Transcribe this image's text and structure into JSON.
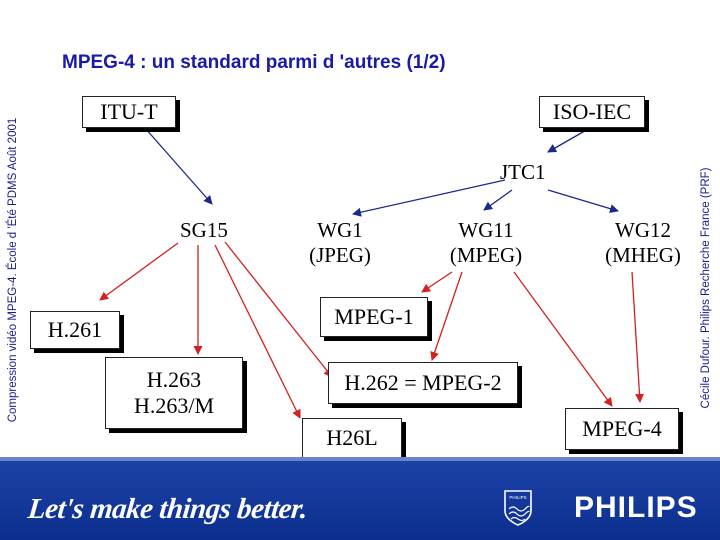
{
  "slide": {
    "title": "MPEG-4 : un standard parmi d 'autres (1/2)",
    "left_caption": "Compression vidéo MPEG-4. École d 'Été PDMS Août 2001",
    "right_caption": "Cécile Dufour. Philips Recherche France (PRF)"
  },
  "diagram": {
    "itu_t": "ITU-T",
    "iso_iec": "ISO-IEC",
    "jtc1": "JTC1",
    "sg15": "SG15",
    "wg1_line1": "WG1",
    "wg1_line2": "(JPEG)",
    "wg11_line1": "WG11",
    "wg11_line2": "(MPEG)",
    "wg12_line1": "WG12",
    "wg12_line2": "(MHEG)",
    "h261": "H.261",
    "mpeg1": "MPEG-1",
    "h263_line1": "H.263",
    "h263_line2": "H.263/M",
    "h262": "H.262 = MPEG-2",
    "h26l": "H26L",
    "mpeg4": "MPEG-4"
  },
  "footer": {
    "slogan": "Let's make things better.",
    "brand": "PHILIPS",
    "shield_text": "PHILIPS"
  },
  "colors": {
    "title": "#1a1aa8",
    "footer": "#0c2f8e",
    "arrow_dark": "#1a2a8a",
    "arrow_red": "#d42020"
  }
}
